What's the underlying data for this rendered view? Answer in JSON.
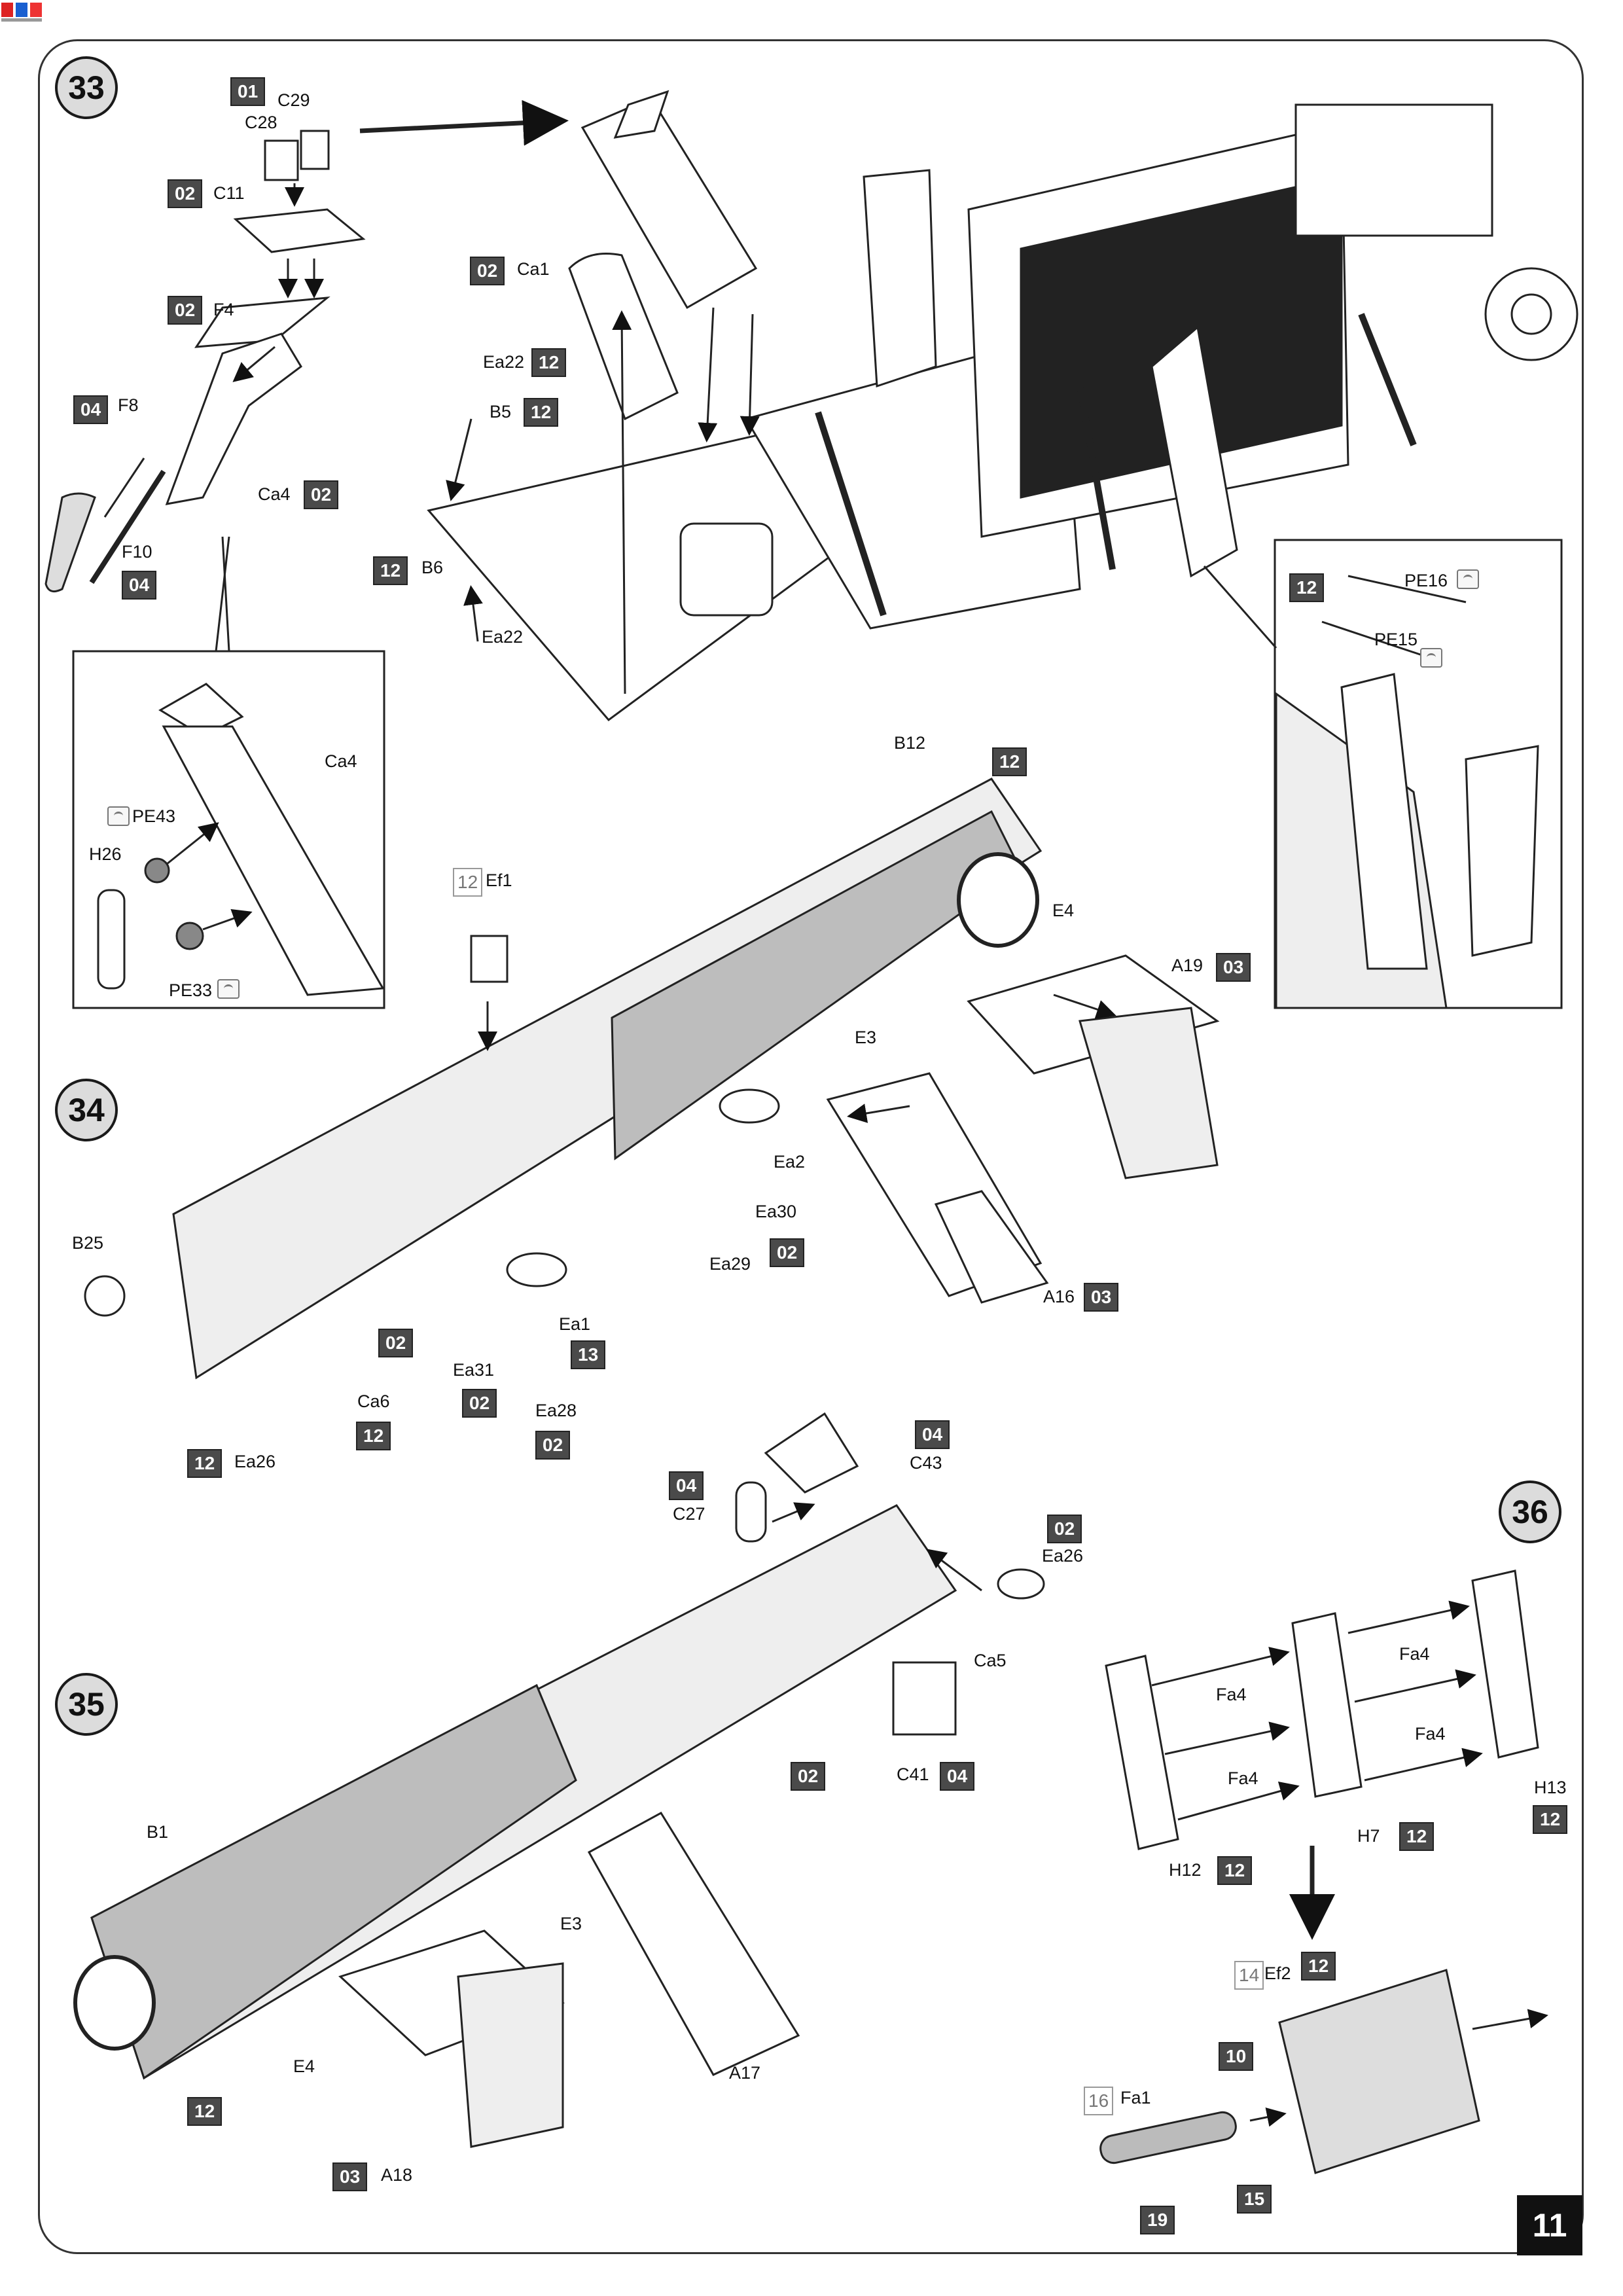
{
  "page_number": "11",
  "steps": {
    "s33": "33",
    "s34": "34",
    "s35": "35",
    "s36": "36"
  },
  "step33": {
    "labels": [
      "C29",
      "C28",
      "C11",
      "F4",
      "F8",
      "F10",
      "Ca4",
      "Ca1",
      "Ea22",
      "B5",
      "B6",
      "Ea22"
    ],
    "sprues": [
      "01",
      "02",
      "02",
      "04",
      "04",
      "02",
      "02",
      "12",
      "12",
      "12"
    ],
    "detail_left": {
      "labels": [
        "Ca4",
        "PE43",
        "H26",
        "PE33"
      ]
    },
    "detail_right": {
      "sprue": "12",
      "labels": [
        "PE16",
        "PE15"
      ]
    }
  },
  "step34": {
    "labels": [
      "B12",
      "E4",
      "A19",
      "Ef1",
      "E3",
      "Ea2",
      "Ea30",
      "Ea29",
      "A16",
      "B25",
      "Ca6",
      "Ea26",
      "Ea31",
      "Ea28",
      "Ea1"
    ],
    "sprues": [
      "12",
      "03",
      "02",
      "03",
      "02",
      "12",
      "12",
      "02",
      "02",
      "13"
    ],
    "outline_sprue": "12"
  },
  "step35": {
    "labels": [
      "C43",
      "C27",
      "Ea26",
      "Ca5",
      "C41",
      "B1",
      "E3",
      "E4",
      "A18",
      "A17"
    ],
    "sprues": [
      "04",
      "04",
      "02",
      "04",
      "02",
      "12",
      "03"
    ]
  },
  "step36": {
    "labels": [
      "Fa4",
      "Fa4",
      "Fa4",
      "Fa4",
      "H13",
      "H12",
      "H7",
      "Ef2",
      "Fa1"
    ],
    "sprues": [
      "12",
      "12",
      "12",
      "12",
      "10",
      "19",
      "15"
    ],
    "outline_sprues": [
      "14",
      "16"
    ]
  }
}
